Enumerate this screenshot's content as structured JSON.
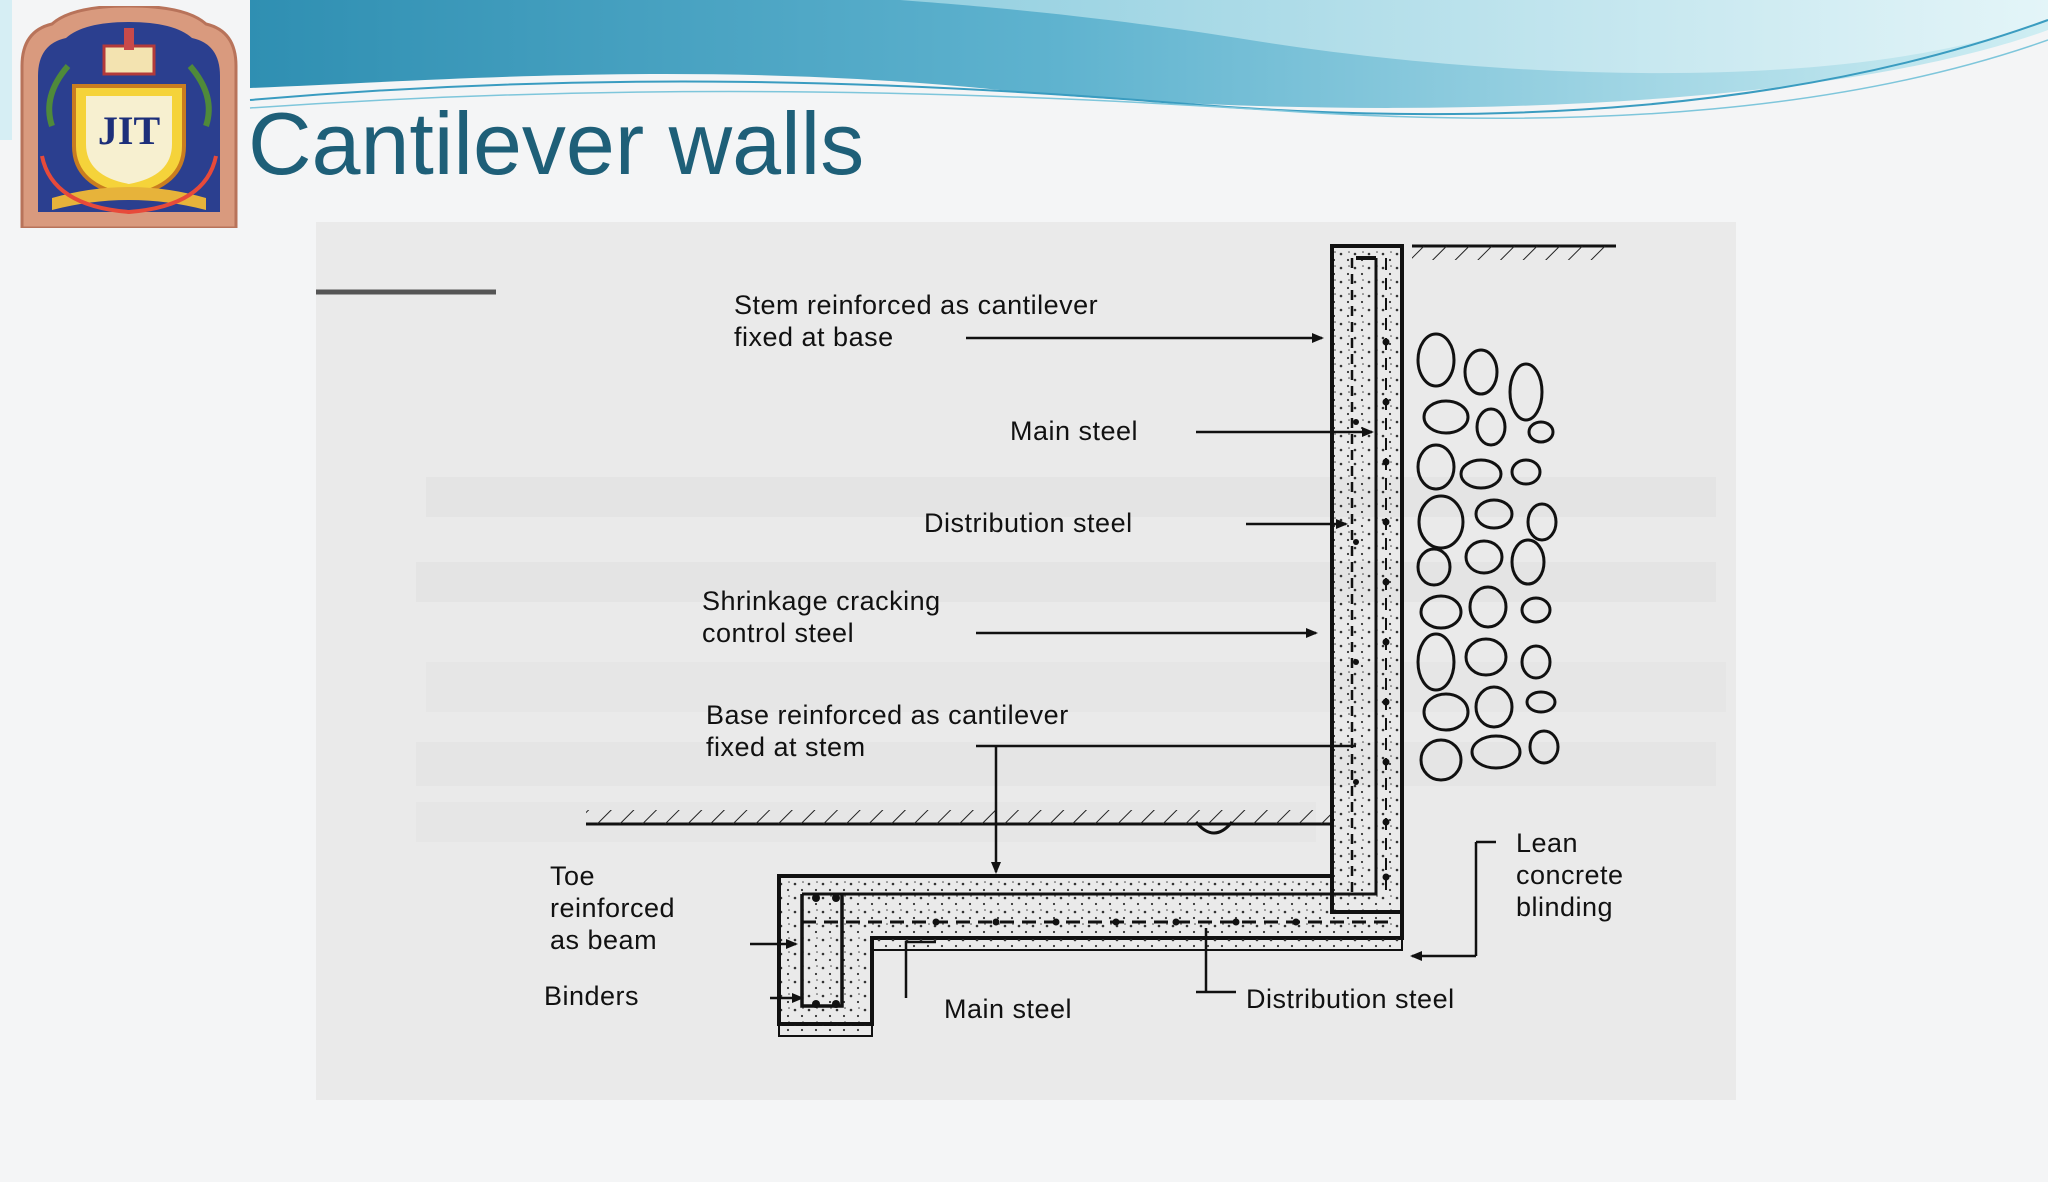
{
  "slide": {
    "title": "Cantilever walls",
    "logo_text": "JIT",
    "colors": {
      "title": "#1e5f78",
      "banner_light": "#bfe6ee",
      "banner_mid": "#7cc5d8",
      "banner_dark": "#2f8fb2"
    }
  },
  "diagram": {
    "labels": {
      "stem_line1": "Stem reinforced as cantilever",
      "stem_line2": "fixed at base",
      "main_steel_top": "Main steel",
      "distribution_steel_top": "Distribution steel",
      "shrinkage_line1": "Shrinkage cracking",
      "shrinkage_line2": "control steel",
      "base_line1": "Base reinforced as cantilever",
      "base_line2": "fixed at stem",
      "lean_line1": "Lean",
      "lean_line2": "concrete",
      "lean_line3": "blinding",
      "toe_line1": "Toe",
      "toe_line2": "reinforced",
      "toe_line3": "as beam",
      "binders": "Binders",
      "main_steel_bottom": "Main steel",
      "distribution_steel_bottom": "Distribution steel"
    }
  }
}
